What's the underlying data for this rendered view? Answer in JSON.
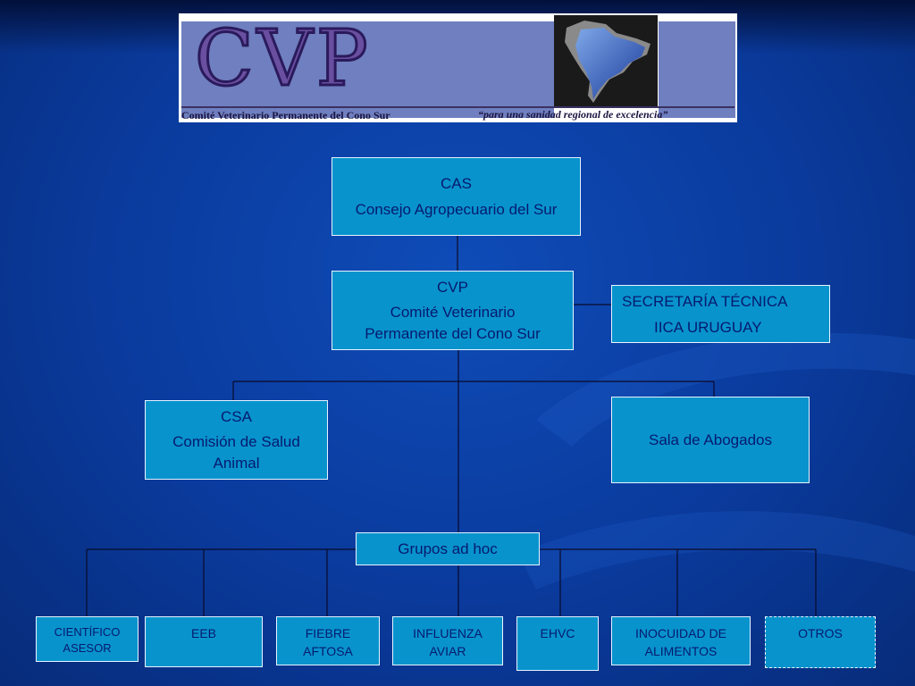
{
  "banner": {
    "logo_text": "CVP",
    "subtitle": "Comité Veterinario Permanente del Cono Sur",
    "motto": "“para una sanidad regional de excelencia”"
  },
  "nodes": {
    "cas": {
      "line1": "CAS",
      "line2": "Consejo Agropecuario del Sur"
    },
    "cvp": {
      "line1": "CVP",
      "line2": "Comité Veterinario",
      "line3": "Permanente del Cono Sur"
    },
    "secretaria": {
      "line1": "SECRETARÍA TÉCNICA",
      "line2": "IICA URUGUAY"
    },
    "csa": {
      "line1": "CSA",
      "line2": "Comisión de Salud",
      "line3": "Animal"
    },
    "sala": {
      "line1": "Sala de Abogados"
    },
    "grupos": {
      "line1": "Grupos ad hoc"
    },
    "groups": [
      {
        "line1": "CIENTÍFICO",
        "line2": "ASESOR"
      },
      {
        "line1": "EEB"
      },
      {
        "line1": "FIEBRE",
        "line2": "AFTOSA"
      },
      {
        "line1": "INFLUENZA",
        "line2": "AVIAR"
      },
      {
        "line1": "EHVC"
      },
      {
        "line1": "INOCUIDAD DE",
        "line2": "ALIMENTOS"
      },
      {
        "line1": "OTROS"
      }
    ]
  },
  "colors": {
    "box_fill": "#0893cd",
    "box_text": "#061a6e",
    "connector": "#0a0a2a"
  }
}
